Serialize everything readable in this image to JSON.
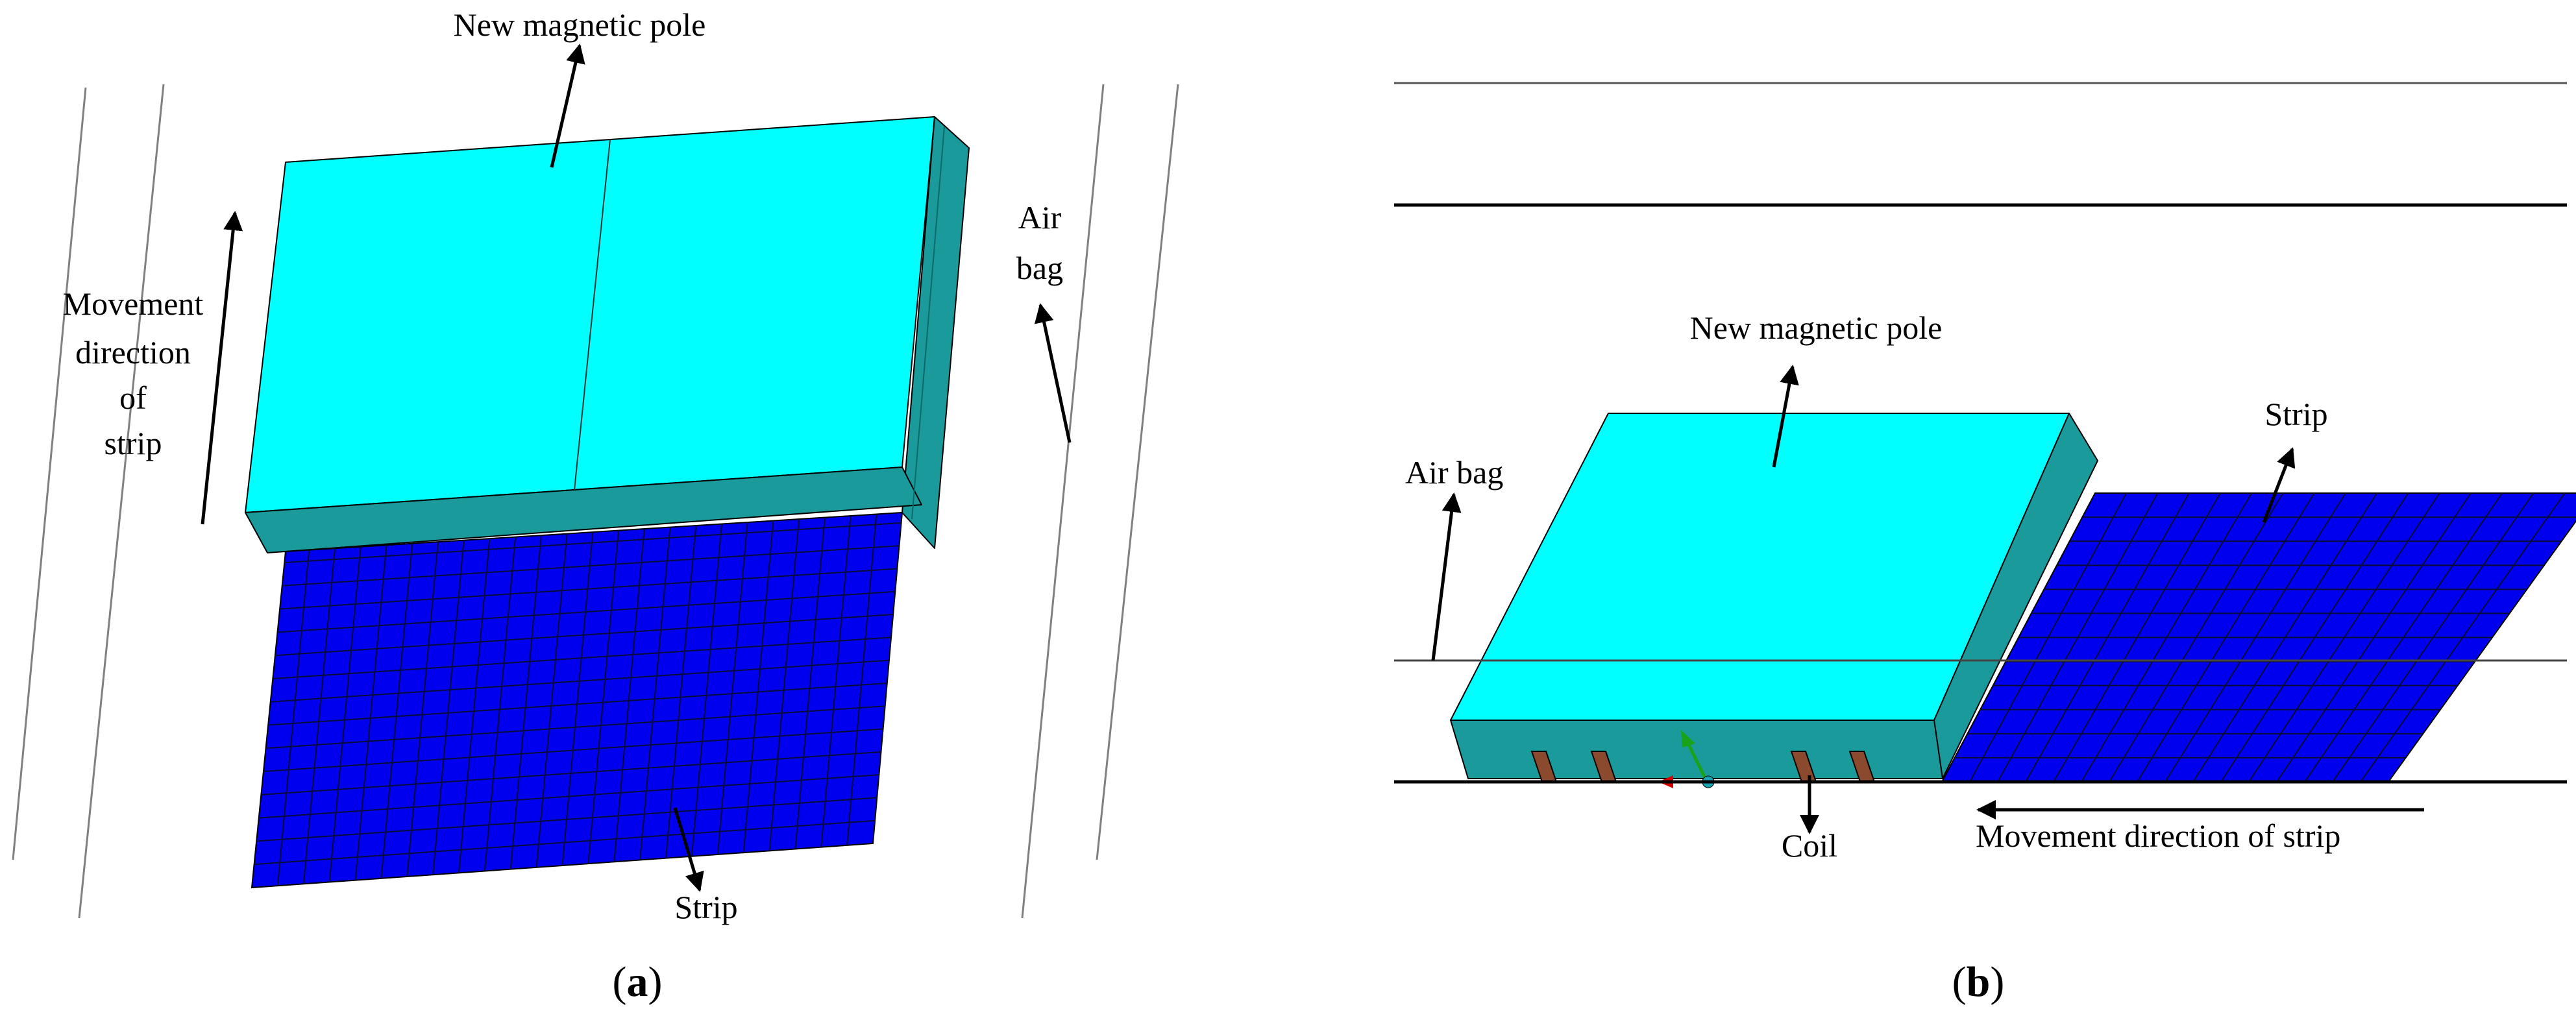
{
  "colors": {
    "pole_top": "#00ffff",
    "pole_side": "#1a9a9a",
    "strip": "#0000ee",
    "coil": "#8b4a2e",
    "line": "#000000",
    "guide": "#808080"
  },
  "panel_a": {
    "caption_letter": "a",
    "labels": {
      "pole": "New magnetic pole",
      "airbag_line1": "Air",
      "airbag_line2": "bag",
      "movement_line1": "Movement",
      "movement_line2": "direction",
      "movement_line3": "of",
      "movement_line4": "strip",
      "strip": "Strip"
    }
  },
  "panel_b": {
    "caption_letter": "b",
    "labels": {
      "pole": "New magnetic pole",
      "airbag": "Air bag",
      "strip": "Strip",
      "coil": "Coil",
      "movement": "Movement direction of strip"
    }
  }
}
